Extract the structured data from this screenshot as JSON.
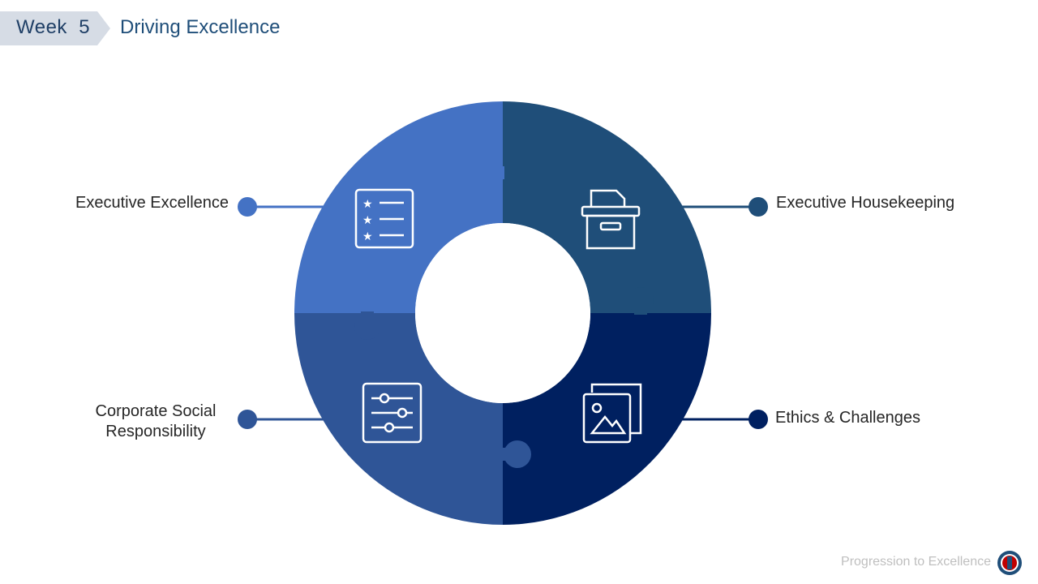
{
  "header": {
    "week_label": "Week  5",
    "title": "Driving Excellence"
  },
  "items": [
    {
      "label": "Executive Excellence",
      "icon": "star-list-icon",
      "color": "#4472c4"
    },
    {
      "label": "Executive Housekeeping",
      "icon": "archive-box-icon",
      "color": "#1f4e79"
    },
    {
      "label": "Corporate Social Responsibility",
      "icon": "sliders-icon",
      "color": "#2f5597"
    },
    {
      "label": "Ethics & Challenges",
      "icon": "gallery-icon",
      "color": "#002060"
    }
  ],
  "footer": {
    "text": "Progression to Excellence"
  }
}
